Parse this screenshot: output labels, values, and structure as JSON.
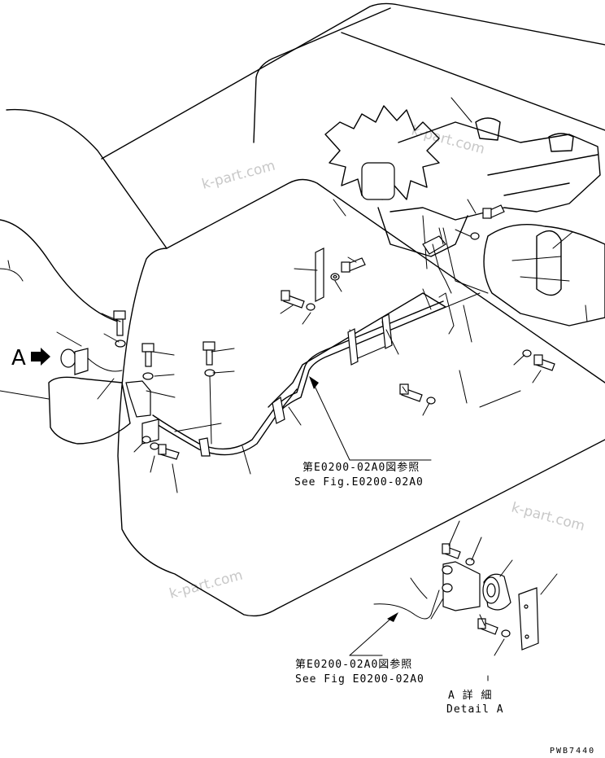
{
  "view_label": "A",
  "references": {
    "main": {
      "jp": "第E0200-02A0図参照",
      "en": "See Fig.E0200-02A0"
    },
    "detail": {
      "jp": "第E0200-02A0図参照",
      "en": "See Fig E0200-02A0"
    }
  },
  "detail_caption": {
    "jp": "A 詳 細",
    "en": "Detail A"
  },
  "watermarks": [
    "k-part.com",
    "k-part.com",
    "k-part.com",
    "k-part.com"
  ],
  "drawing_code": "PWB7440"
}
